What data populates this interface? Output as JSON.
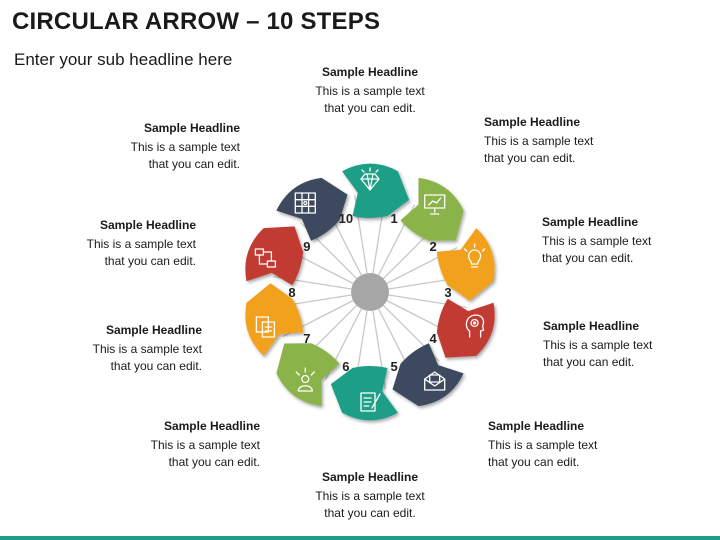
{
  "title": "CIRCULAR ARROW – 10 STEPS",
  "subtitle": "Enter your sub headline here",
  "colors": {
    "teal": "#1e9e87",
    "green": "#8ab34a",
    "orange": "#f2a11a",
    "red": "#c23a32",
    "navy": "#3d4a5e",
    "hub": "#a6a6a6",
    "spoke": "#c8c8c8"
  },
  "steps": [
    {
      "number": "1",
      "color": "teal",
      "icon": "diamond-icon",
      "headline": "Sample Headline",
      "text": "This is a sample text\nthat you can edit."
    },
    {
      "number": "2",
      "color": "green",
      "icon": "presentation-board-icon",
      "headline": "Sample Headline",
      "text": "This is a sample text\nthat you can edit."
    },
    {
      "number": "3",
      "color": "orange",
      "icon": "lightbulb-icon",
      "headline": "Sample Headline",
      "text": "This is a sample text\nthat you can edit."
    },
    {
      "number": "4",
      "color": "red",
      "icon": "head-gears-icon",
      "headline": "Sample Headline",
      "text": "This is a sample text\nthat you can edit."
    },
    {
      "number": "5",
      "color": "navy",
      "icon": "open-envelope-icon",
      "headline": "Sample Headline",
      "text": "This is a sample text\nthat you can edit."
    },
    {
      "number": "6",
      "color": "teal",
      "icon": "checklist-pen-icon",
      "headline": "Sample Headline",
      "text": "This is a sample text\nthat you can edit."
    },
    {
      "number": "7",
      "color": "green",
      "icon": "person-ideas-icon",
      "headline": "Sample Headline",
      "text": "This is a sample text\nthat you can edit."
    },
    {
      "number": "8",
      "color": "orange",
      "icon": "documents-icon",
      "headline": "Sample Headline",
      "text": "This is a sample text\nthat you can edit."
    },
    {
      "number": "9",
      "color": "red",
      "icon": "workflow-icon",
      "headline": "Sample Headline",
      "text": "This is a sample text\nthat you can edit."
    },
    {
      "number": "10",
      "color": "navy",
      "icon": "grid-puzzle-icon",
      "headline": "Sample Headline",
      "text": "This is a sample text\nthat you can edit."
    }
  ]
}
